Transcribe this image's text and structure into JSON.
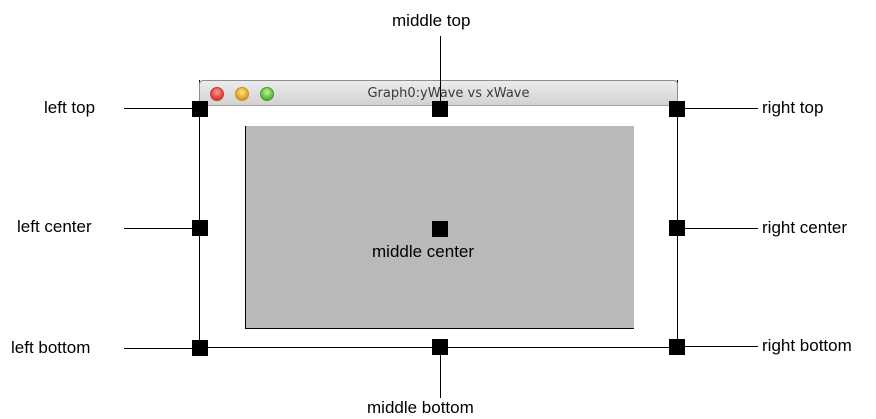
{
  "window": {
    "title": "Graph0:yWave vs xWave"
  },
  "labels": {
    "left_top": "left top",
    "left_center": "left center",
    "left_bottom": "left bottom",
    "middle_top": "middle top",
    "middle_center": "middle center",
    "middle_bottom": "middle bottom",
    "right_top": "right top",
    "right_center": "right center",
    "right_bottom": "right bottom"
  },
  "colors": {
    "plot_area": "#b9b9b9",
    "handle": "#000000",
    "close_button": "#e0443e",
    "minimize_button": "#e6a524",
    "zoom_button": "#5fbf3a"
  }
}
